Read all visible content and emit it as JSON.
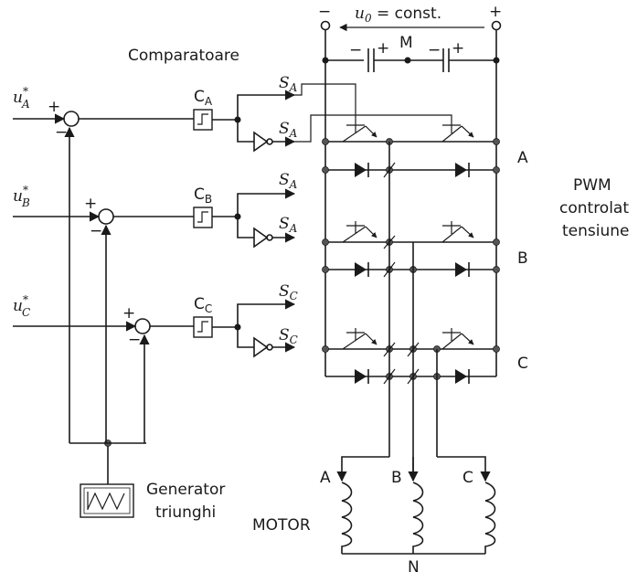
{
  "labels": {
    "dc_minus": "−",
    "dc_plus": "+",
    "dc_voltage": "u0 = const.",
    "midpoint": "M",
    "comparators_title": "Comparatoare",
    "input_a": "u*A",
    "input_b": "u*B",
    "input_c": "u*C",
    "plus_sign": "+",
    "minus_sign": "−",
    "comp_a": "CA",
    "comp_b": "CB",
    "comp_c": "CC",
    "signal_a": "SA",
    "signal_b": "SA",
    "signal_c": "SC",
    "phase_a": "A",
    "phase_b": "B",
    "phase_c": "C",
    "inverter_caption_line1": "PWM",
    "inverter_caption_line2": "controlat",
    "inverter_caption_line3": "tensiune",
    "generator_line1": "Generator",
    "generator_line2": "triunghi",
    "motor": "MOTOR",
    "motor_a": "A",
    "motor_b": "B",
    "motor_c": "C",
    "neutral": "N"
  }
}
